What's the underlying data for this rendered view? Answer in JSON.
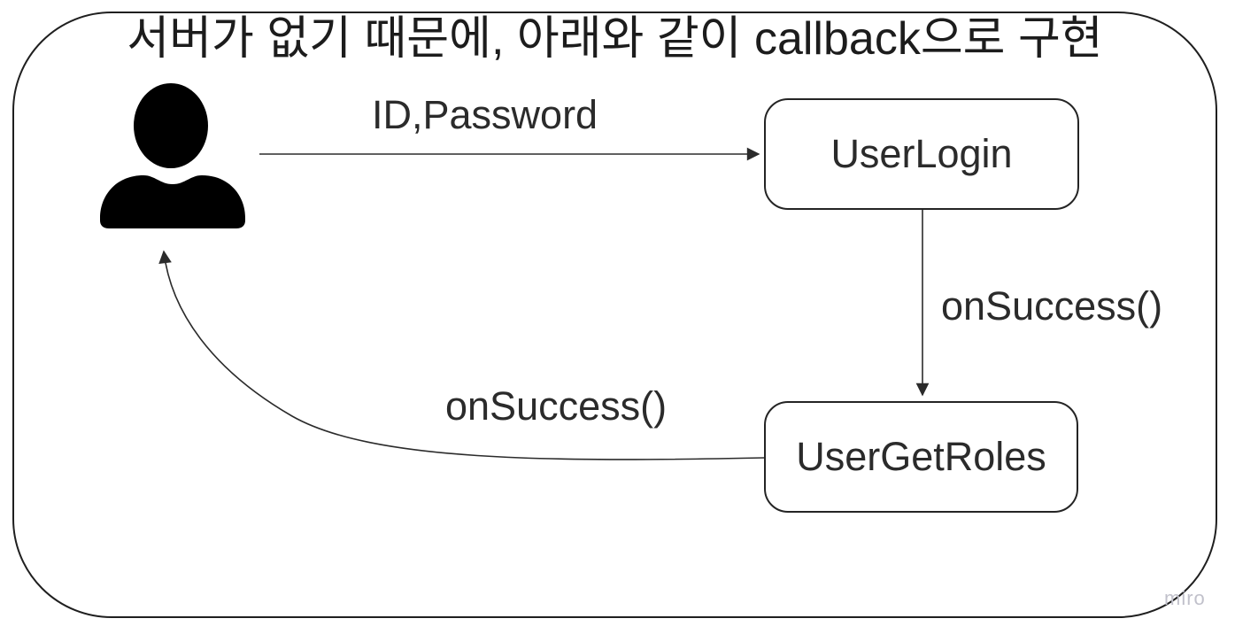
{
  "board": {
    "watermark": "miro",
    "background": "#ffffff"
  },
  "diagram": {
    "title": "서버가 없기 때문에, 아래와 같이 callback으로 구현",
    "actor": {
      "name": "user",
      "icon": "person-icon"
    },
    "nodes": [
      {
        "label": "UserLogin"
      },
      {
        "label": "UserGetRoles"
      }
    ],
    "edges": [
      {
        "from": "user",
        "to": "UserLogin",
        "label": "ID,Password"
      },
      {
        "from": "UserLogin",
        "to": "UserGetRoles",
        "label": "onSuccess()"
      },
      {
        "from": "UserGetRoles",
        "to": "user",
        "label": "onSuccess()"
      }
    ],
    "colors": {
      "frame_stroke": "#1f1f1f",
      "connector_stroke": "#2b2b2b",
      "text": "#2b2b2b",
      "icon_fill": "#000000",
      "watermark_text": "#c1c1cb",
      "background": "#ffffff"
    }
  }
}
